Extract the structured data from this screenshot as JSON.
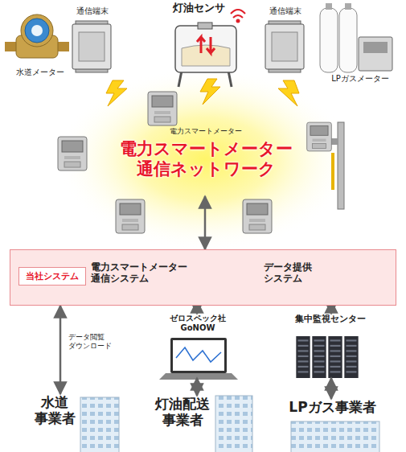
{
  "diagram": {
    "nodes": [
      {
        "text": [
          "水道メーター"
        ]
      },
      {
        "text": [
          "通信端末"
        ]
      },
      {
        "text": [
          "灯油センサ"
        ]
      },
      {
        "text": [
          "通信端末"
        ]
      },
      {
        "text": [
          "LPガスメーター"
        ]
      },
      {
        "text": [
          "電力スマートメーター",
          "電力スマートメーター 通信ネットワーク"
        ]
      },
      {
        "text": [
          "当社システム"
        ]
      },
      {
        "text": [
          "電力スマートメーター 通信システム"
        ],
        "in": 6
      },
      {
        "text": [
          "データ提供 システム"
        ],
        "in": 6
      },
      {
        "text": [
          "ゼロスペック社 GoNOW"
        ]
      },
      {
        "text": [
          "集中監視センター"
        ]
      },
      {
        "text": [
          "水道 事業者"
        ]
      },
      {
        "text": [
          "灯油配送 事業者"
        ]
      },
      {
        "text": [
          "LPガス事業者"
        ]
      }
    ],
    "edges": [
      {
        "from": 5,
        "to": 6,
        "arrow": "both"
      },
      {
        "from": 6,
        "to": 11,
        "label": "データ閲覧 ダウンロード",
        "arrow": "both"
      },
      {
        "from": 7,
        "to": 9,
        "arrow": "both"
      },
      {
        "from": 9,
        "to": 12,
        "arrow": "both"
      },
      {
        "from": 8,
        "to": 10,
        "arrow": "both"
      },
      {
        "from": 10,
        "to": 13,
        "arrow": "both"
      }
    ]
  }
}
